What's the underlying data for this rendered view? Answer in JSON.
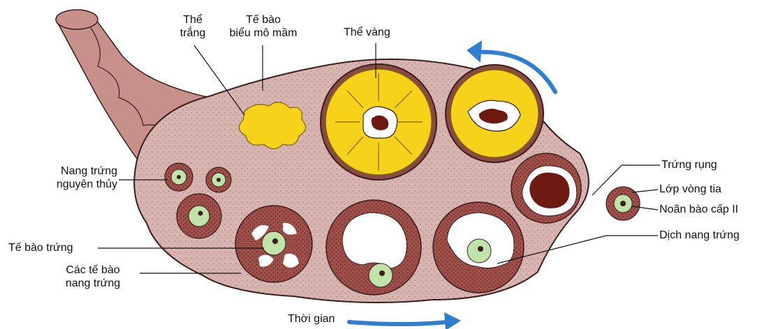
{
  "labels": {
    "the_trang": [
      "Thể",
      "trắng"
    ],
    "te_bao_bieu_mo_mam": [
      "Tế bào",
      "biểu mô mầm"
    ],
    "the_vang": "Thể vàng",
    "nang_trung_nguyen_thuy": [
      "Nang trứng",
      "nguyên thủy"
    ],
    "te_bao_trung": "Tế bào trứng",
    "cac_te_bao_nang_trung": [
      "Các tế bào",
      "nang trứng"
    ],
    "thoi_gian": "Thời gian",
    "trung_rung": "Trứng rụng",
    "lop_vong_tia": "Lớp vòng tia",
    "noan_bao_cap_ii": "Noãn bào cấp II",
    "dich_nang_trung": "Dịch nang trứng"
  },
  "colors": {
    "ovary_fill": "#d8b4b0",
    "follicle_fill": "#a0504a",
    "corpus_luteum": "#f6d21a",
    "corpus_albicans": "#f6d21a",
    "oocyte": "#bfe3a8",
    "blood": "#6e1a12",
    "arrow": "#2f7ed0"
  }
}
